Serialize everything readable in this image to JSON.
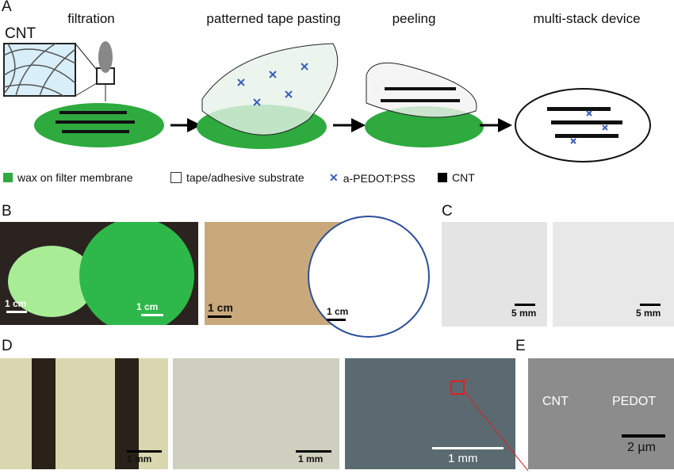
{
  "panels": {
    "a": "A",
    "b": "B",
    "c": "C",
    "d": "D",
    "e": "E"
  },
  "steps": [
    "filtration",
    "patterned tape pasting",
    "peeling",
    "multi-stack device"
  ],
  "inset_label": "CNT",
  "legend": [
    {
      "label": "wax on filter membrane",
      "color": "#2eaa3f"
    },
    {
      "label": "tape/adhesive substrate",
      "color": "#ffffff"
    },
    {
      "label": "a-PEDOT:PSS",
      "color": "#3a5fc0"
    },
    {
      "label": "CNT",
      "color": "#000000"
    }
  ],
  "scalebars": {
    "b1a": "1 cm",
    "b1b": "1 cm",
    "b2a": "1 cm",
    "b2b": "1 cm",
    "c1": "5 mm",
    "c2": "5 mm",
    "d1": "1 mm",
    "d2": "1 mm",
    "d3": "1 mm",
    "e": "2 µm"
  },
  "sem_labels": {
    "left": "CNT",
    "right": "PEDOT"
  }
}
